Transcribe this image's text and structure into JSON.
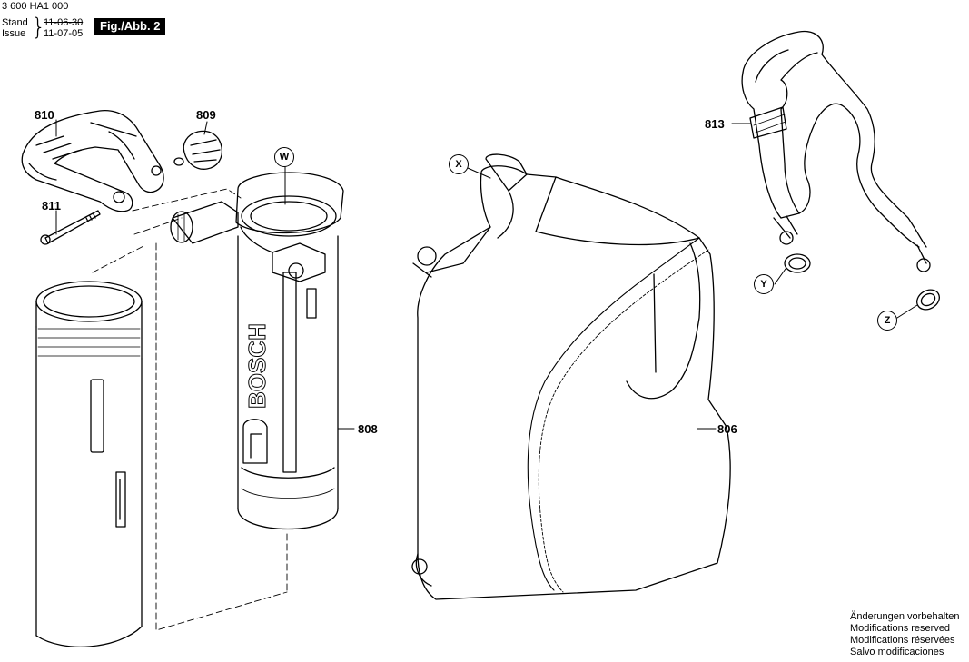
{
  "header": {
    "doc_number": "3 600 HA1 000",
    "stand_label": "Stand",
    "issue_label": "Issue",
    "brace": "}",
    "stand_date": "11-06-30",
    "issue_date": "11-07-05",
    "figure_label": "Fig./Abb. 2"
  },
  "parts": {
    "p806": "806",
    "p808": "808",
    "p809": "809",
    "p810": "810",
    "p811": "811",
    "p813": "813"
  },
  "callouts": {
    "w": "W",
    "x": "X",
    "y": "Y",
    "z": "Z"
  },
  "tube_brand": "BOSCH",
  "notes": [
    "Änderungen vorbehalten",
    "Modifications reserved",
    "Modifications réservées",
    "Salvo modificaciones"
  ]
}
